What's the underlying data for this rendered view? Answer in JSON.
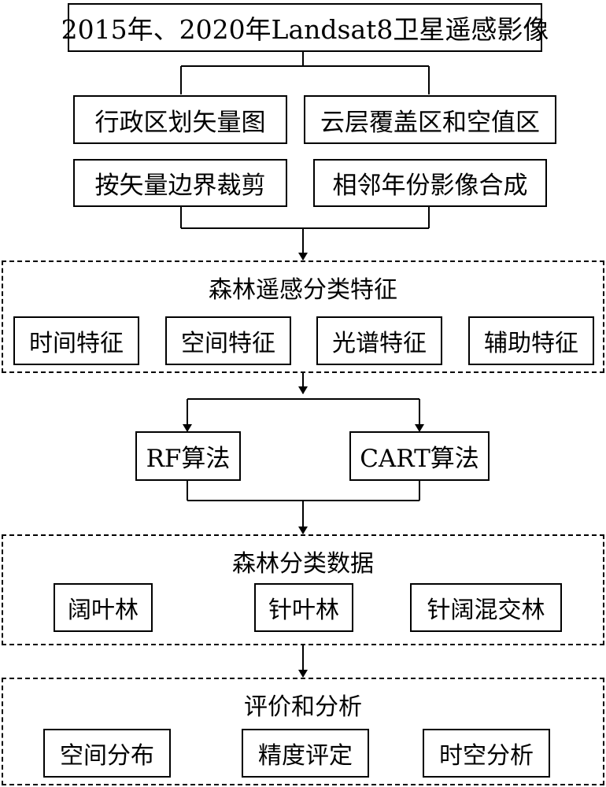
{
  "source": {
    "label": "2015年、2020年Landsat8卫星遥感影像"
  },
  "preprocess": {
    "left_top": "行政区划矢量图",
    "left_bottom": "按矢量边界裁剪",
    "right_top": "云层覆盖区和空值区",
    "right_bottom": "相邻年份影像合成"
  },
  "features": {
    "title": "森林遥感分类特征",
    "items": [
      "时间特征",
      "空间特征",
      "光谱特征",
      "辅助特征"
    ]
  },
  "algorithms": {
    "left": "RF算法",
    "right": "CART算法"
  },
  "classification": {
    "title": "森林分类数据",
    "items": [
      "阔叶林",
      "针叶林",
      "针阔混交林"
    ]
  },
  "evaluation": {
    "title": "评价和分析",
    "items": [
      "空间分布",
      "精度评定",
      "时空分析"
    ]
  }
}
